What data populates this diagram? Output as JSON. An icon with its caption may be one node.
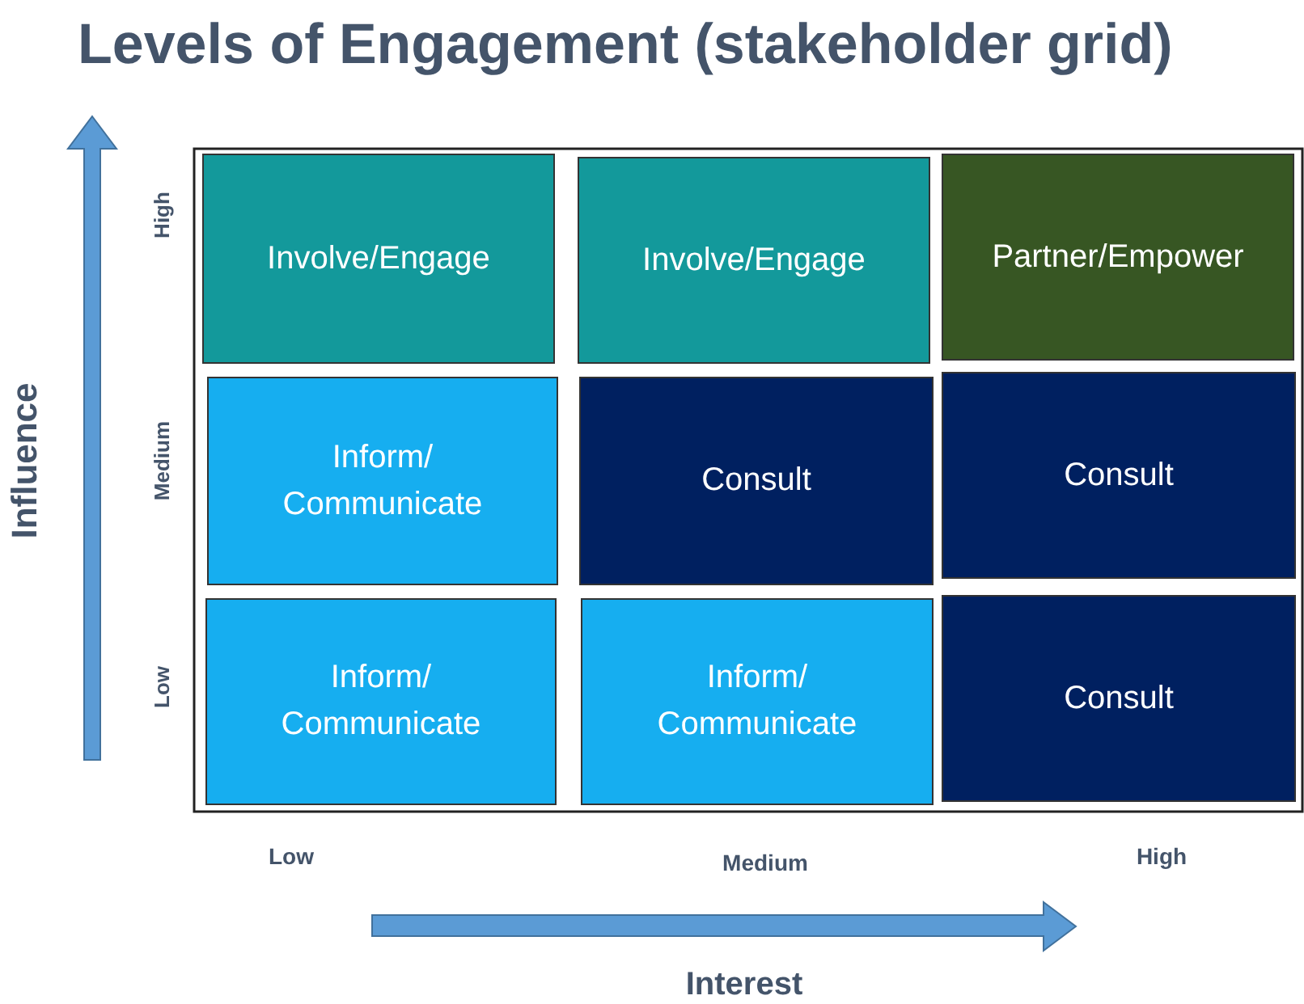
{
  "diagram": {
    "title": "Levels of Engagement (stakeholder grid)",
    "nodes": [
      {
        "text": [
          "Involve/Engage"
        ]
      },
      {
        "text": [
          "Involve/Engage"
        ]
      },
      {
        "text": [
          "Partner/Empower"
        ]
      },
      {
        "text": [
          "Inform/ Communicate"
        ]
      },
      {
        "text": [
          "Consult"
        ]
      },
      {
        "text": [
          "Consult"
        ]
      },
      {
        "text": [
          "Inform/ Communicate"
        ]
      },
      {
        "text": [
          "Inform/ Communicate"
        ]
      },
      {
        "text": [
          "Consult"
        ]
      }
    ],
    "labels": [
      "Influence",
      "High",
      "Medium",
      "Low",
      "Low",
      "Medium",
      "High",
      "Interest"
    ]
  }
}
